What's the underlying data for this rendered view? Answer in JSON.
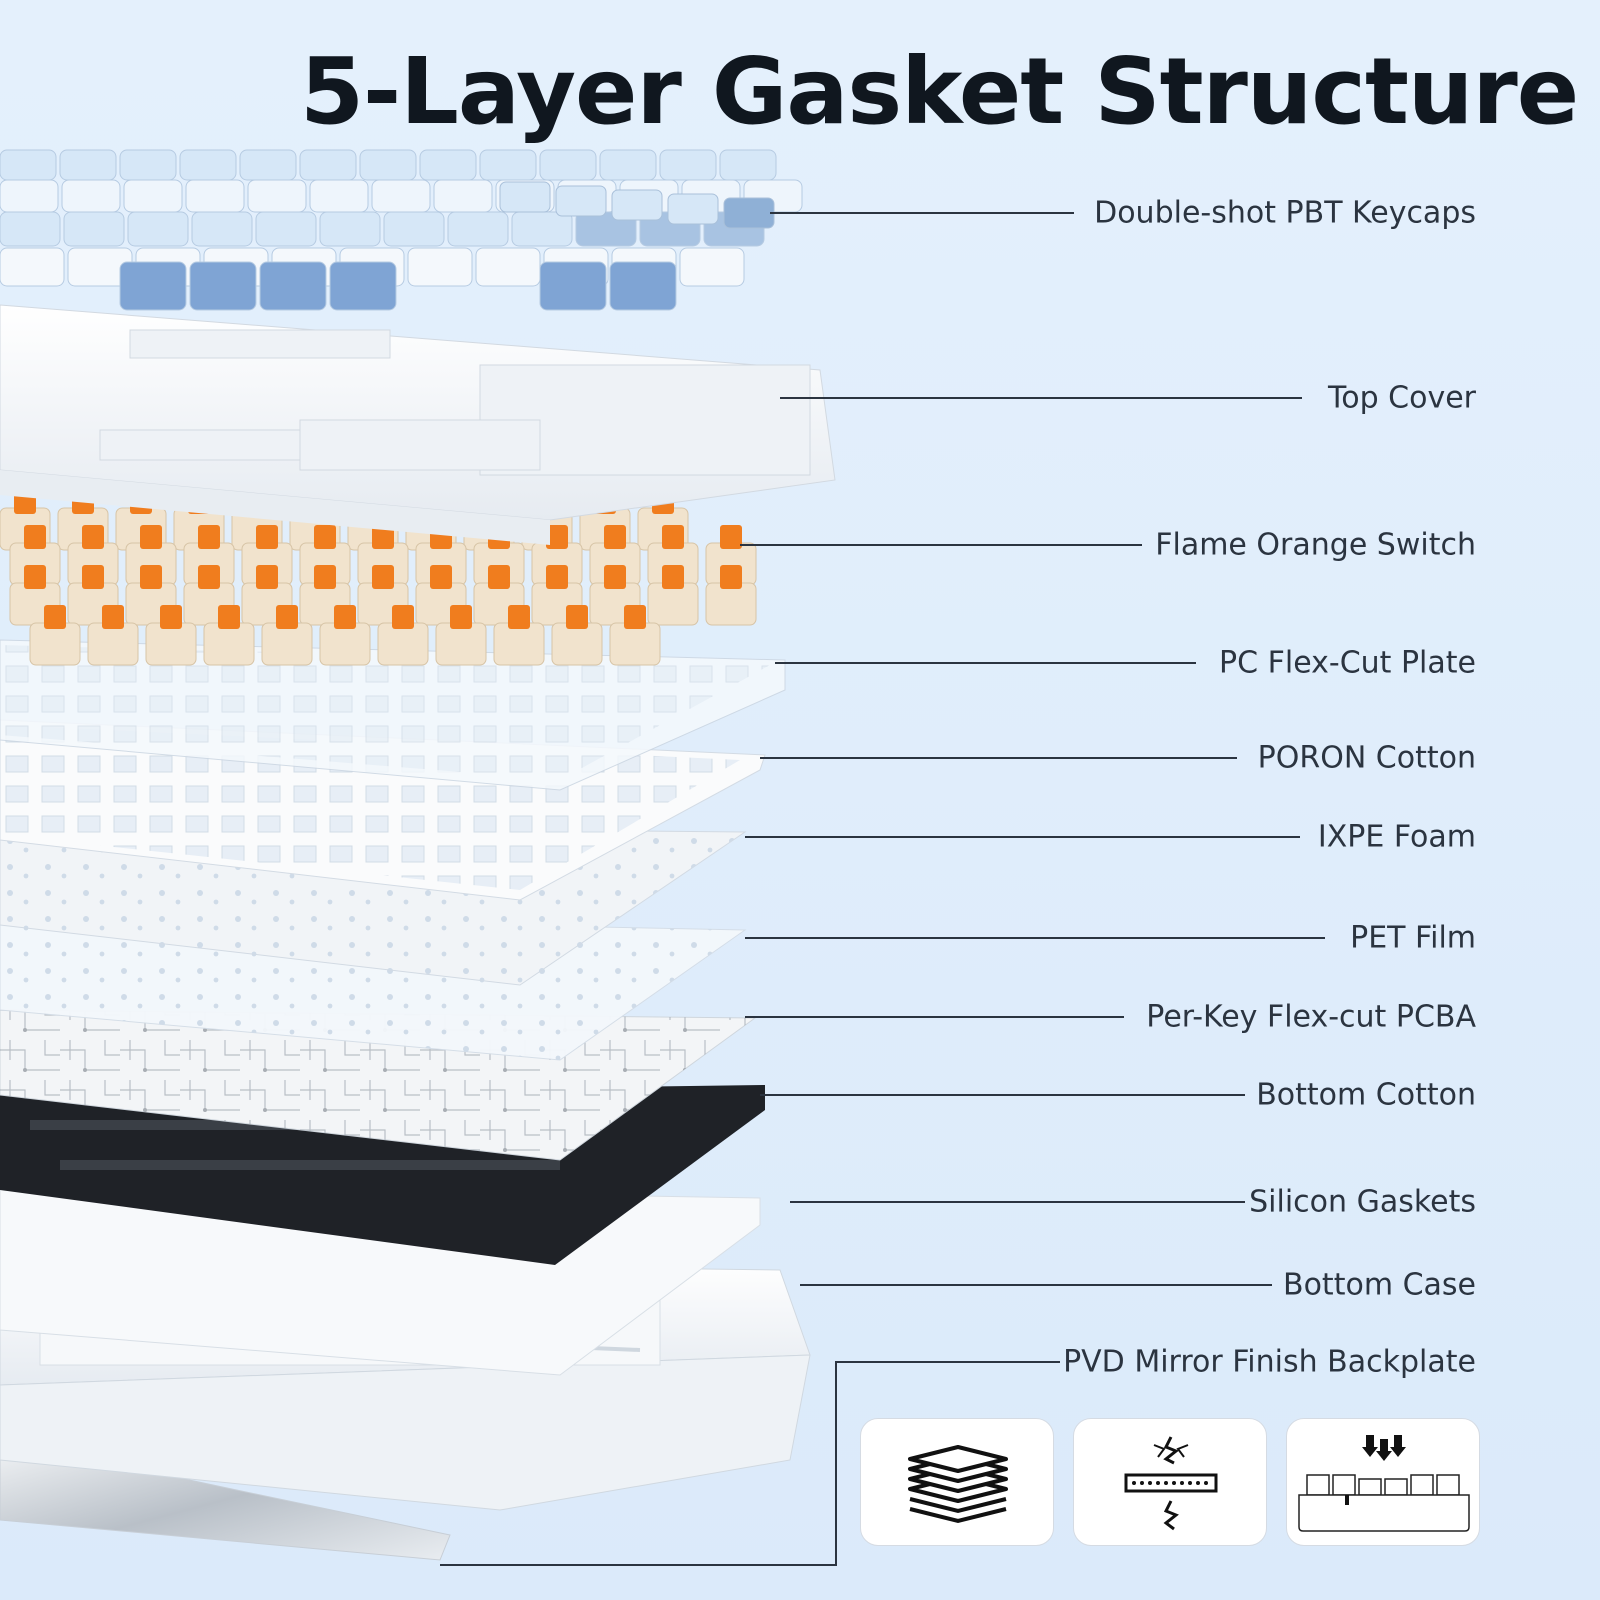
{
  "title": "5-Layer Gasket Structure",
  "layers": [
    {
      "id": "keycaps",
      "label": "Double-shot PBT Keycaps"
    },
    {
      "id": "top-cover",
      "label": "Top Cover"
    },
    {
      "id": "switch",
      "label": "Flame Orange Switch"
    },
    {
      "id": "plate",
      "label": "PC Flex-Cut Plate"
    },
    {
      "id": "poron",
      "label": "PORON Cotton"
    },
    {
      "id": "ixpe",
      "label": "IXPE Foam"
    },
    {
      "id": "pet",
      "label": "PET Film"
    },
    {
      "id": "pcba",
      "label": "Per-Key Flex-cut PCBA"
    },
    {
      "id": "bottom-cotton",
      "label": "Bottom Cotton"
    },
    {
      "id": "gaskets",
      "label": "Silicon Gaskets"
    },
    {
      "id": "bottom-case",
      "label": "Bottom Case"
    },
    {
      "id": "backplate",
      "label": "PVD Mirror Finish Backplate"
    }
  ],
  "feature_icons": [
    "layers-icon",
    "vibration-dampening-icon",
    "keyboard-press-icon"
  ],
  "colors": {
    "background": "#e0eefc",
    "title": "#10171f",
    "label": "#2b3440",
    "switch_stem": "#f07d1e",
    "switch_housing": "#f1e3cd",
    "keycap_blue": "#7fa4d4",
    "keycap_light": "#d6e7f7"
  }
}
